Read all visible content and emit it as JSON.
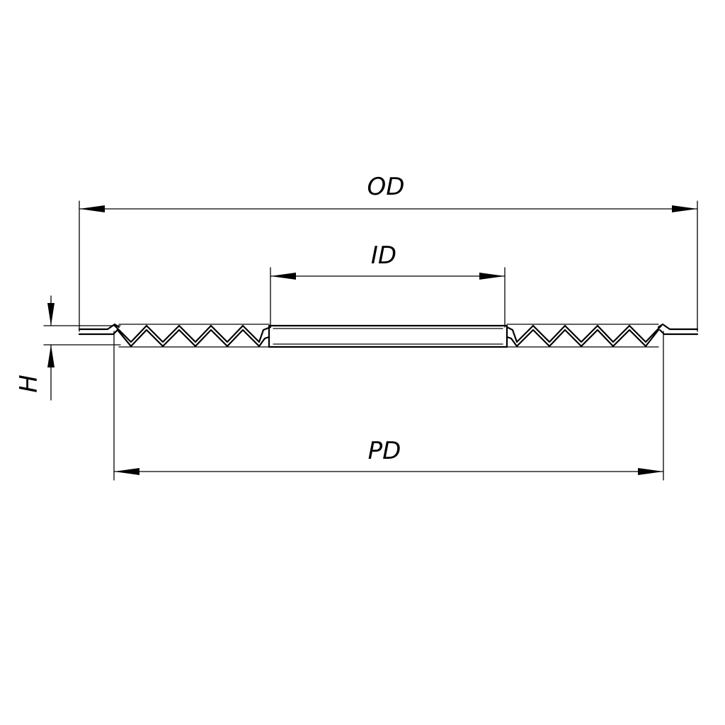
{
  "diagram": {
    "labels": {
      "od": "OD",
      "id": "ID",
      "pd": "PD",
      "h": "H"
    },
    "colors": {
      "line": "#000000",
      "background": "#ffffff"
    }
  }
}
